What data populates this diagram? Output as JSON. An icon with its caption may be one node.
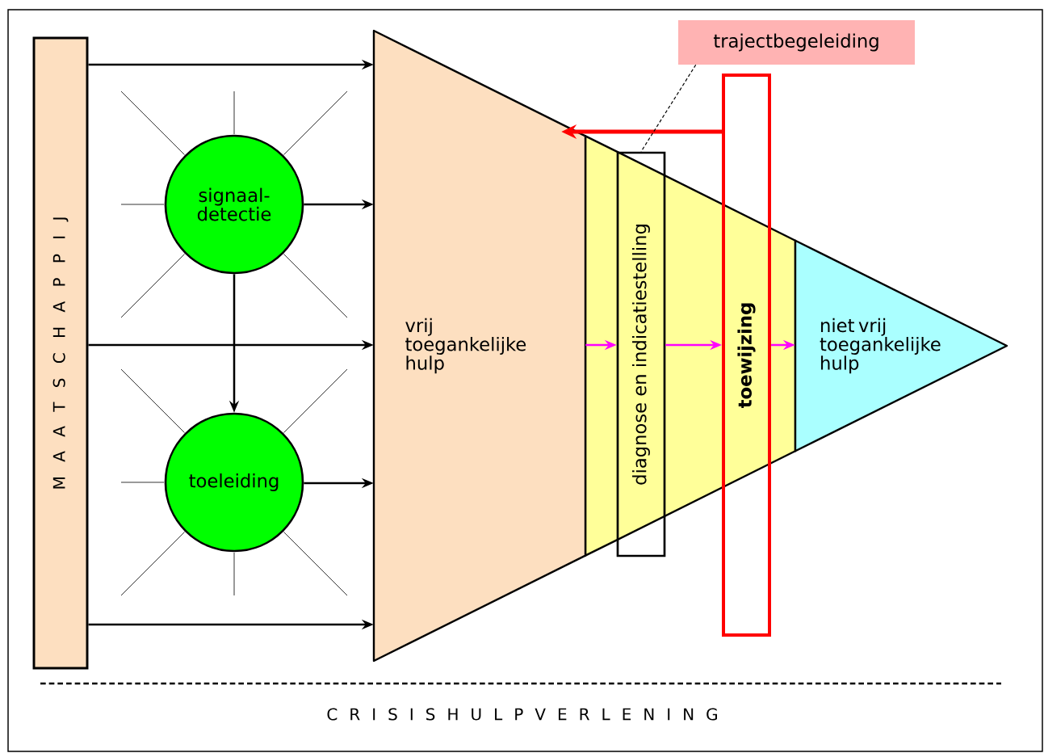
{
  "diagram": {
    "nodes": [
      {
        "text": [
          "M A A T S C H A P P I J"
        ]
      },
      {
        "text": [
          "signaal-detectie"
        ]
      },
      {
        "text": [
          "toeleiding"
        ]
      },
      {
        "text": [
          "vrij toegankelijke hulp"
        ]
      },
      {
        "text": [
          "diagnose en indicatiestelling"
        ]
      },
      {
        "text": [
          "toewijzing"
        ]
      },
      {
        "text": [
          "niet vrij toegankelijke hulp"
        ]
      },
      {
        "text": [
          "trajectbegeleiding"
        ]
      }
    ],
    "edges": [
      {
        "from": 0,
        "to": 3,
        "arrow": "to"
      },
      {
        "from": 1,
        "to": 3,
        "arrow": "to"
      },
      {
        "from": 0,
        "to": 3,
        "arrow": "to"
      },
      {
        "from": 2,
        "to": 3,
        "arrow": "to"
      },
      {
        "from": 0,
        "to": 3,
        "arrow": "to"
      },
      {
        "from": 1,
        "to": 2,
        "arrow": "to"
      },
      {
        "from": 5,
        "to": 3,
        "arrow": "to",
        "style": "thick",
        "color": "#ff0000"
      },
      {
        "from": 3,
        "to": 4,
        "arrow": "to",
        "color": "#ff00ff"
      },
      {
        "from": 4,
        "to": 5,
        "arrow": "to",
        "color": "#ff00ff"
      },
      {
        "from": 5,
        "to": 6,
        "arrow": "to",
        "color": "#ff00ff"
      },
      {
        "from": 7,
        "to": 4,
        "arrow": "none",
        "style": "dashed"
      }
    ],
    "labels": [
      "C R I S I S H U L P V E R L E N I N G"
    ]
  }
}
